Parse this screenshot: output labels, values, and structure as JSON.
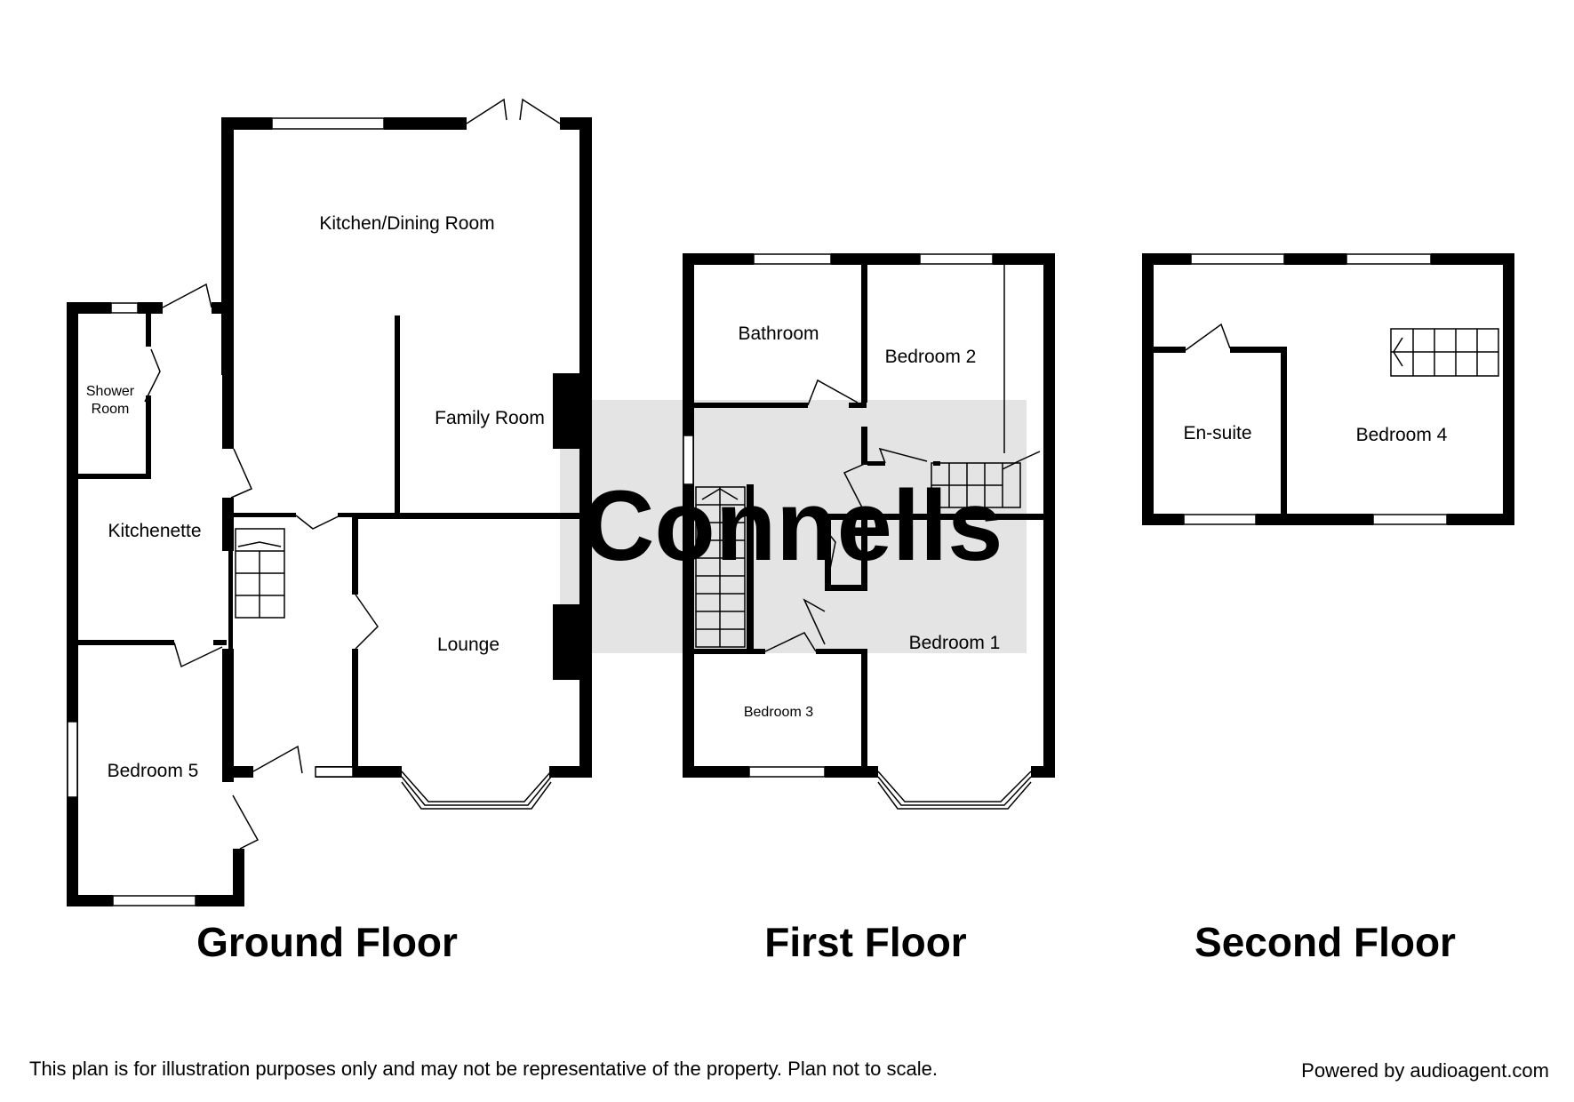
{
  "watermark": {
    "text": "Connells"
  },
  "floors": [
    {
      "title": "Ground Floor",
      "rooms": [
        "Kitchen/Dining Room",
        "Family Room",
        "Lounge",
        "Kitchenette",
        "Bedroom 5"
      ],
      "shower_room": [
        "Shower",
        "Room"
      ]
    },
    {
      "title": "First Floor",
      "rooms": [
        "Bathroom",
        "Bedroom 2",
        "Bedroom 1",
        "Bedroom 3"
      ]
    },
    {
      "title": "Second Floor",
      "rooms": [
        "En-suite",
        "Bedroom 4"
      ]
    }
  ],
  "footer": {
    "disclaimer": "This plan is for illustration purposes only and may not be representative of the property. Plan not to scale.",
    "credit": "Powered by audioagent.com"
  },
  "colors": {
    "wall": "#000000",
    "watermark_box": "#e4e4e4",
    "background": "#ffffff"
  }
}
